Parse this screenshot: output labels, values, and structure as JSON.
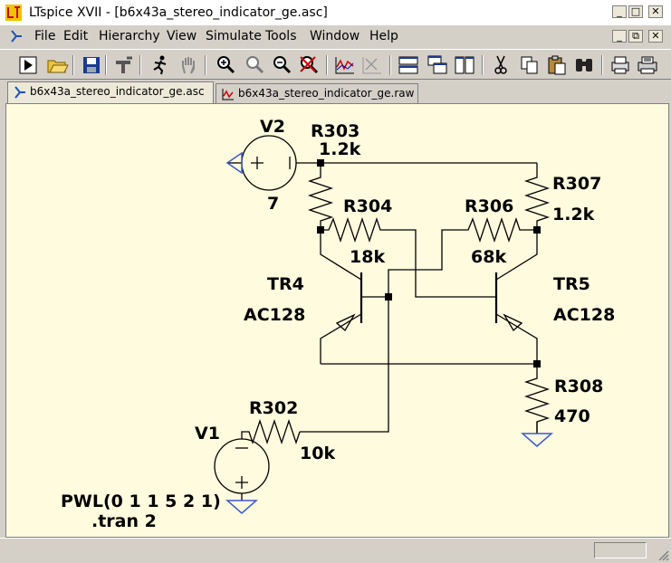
{
  "window": {
    "title": "LTspice XVII - [b6x43a_stereo_indicator_ge.asc]",
    "buttons": {
      "minimize": "_",
      "maximize": "□",
      "close": "✕",
      "mdi_minimize": "_",
      "mdi_restore": "⧉",
      "mdi_close": "✕"
    }
  },
  "menu": {
    "items": [
      "File",
      "Edit",
      "Hierarchy",
      "View",
      "Simulate",
      "Tools",
      "Window",
      "Help"
    ]
  },
  "toolbar": {
    "icons": [
      "run-icon",
      "open-icon",
      "save-icon",
      "control-panel-icon",
      "halt-icon",
      "pan-icon",
      "zoom-in-icon",
      "zoom-out-icon",
      "zoom-fit-icon",
      "zoom-cancel-icon",
      "waveform-icon",
      "waveform-off-icon",
      "tile-horizontal-icon",
      "cascade-icon",
      "tile-vertical-icon",
      "cut-icon",
      "copy-icon",
      "paste-icon",
      "find-icon",
      "print-setup-icon",
      "print-icon"
    ]
  },
  "tabs": [
    {
      "label": "b6x43a_stereo_indicator_ge.asc",
      "icon": "schematic-icon",
      "active": true
    },
    {
      "label": "b6x43a_stereo_indicator_ge.raw",
      "icon": "waveform-icon",
      "active": false
    }
  ],
  "schematic": {
    "components": {
      "v2_name": "V2",
      "v2_value": "7",
      "r303_name": "R303",
      "r303_value": "1.2k",
      "r304_name": "R304",
      "r304_value": "18k",
      "r306_name": "R306",
      "r306_value": "68k",
      "r307_name": "R307",
      "r307_value": "1.2k",
      "tr4_name": "TR4",
      "tr4_value": "AC128",
      "tr5_name": "TR5",
      "tr5_value": "AC128",
      "r308_name": "R308",
      "r308_value": "470",
      "r302_name": "R302",
      "r302_value": "10k",
      "v1_name": "V1",
      "v1_value": "PWL(0 1 1 5 2 1)",
      "directive": ".tran 2"
    },
    "colors": {
      "background": "#fffbde",
      "wire": "#000000",
      "ground": "#3a5bd0",
      "symbol": "#000000"
    }
  }
}
